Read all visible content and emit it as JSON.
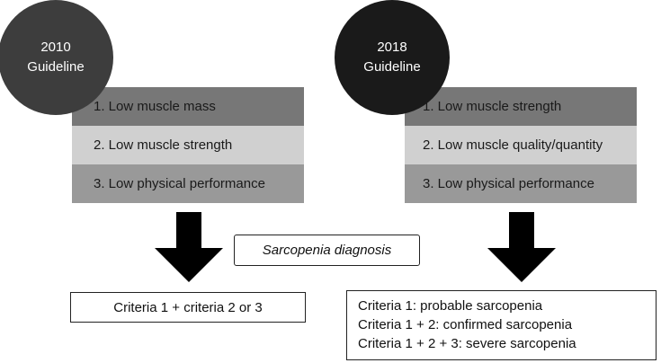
{
  "left": {
    "circle_line1": "2010",
    "circle_line2": "Guideline",
    "items": [
      "1. Low muscle mass",
      "2. Low muscle strength",
      "3. Low physical performance"
    ],
    "result": "Criteria 1 + criteria 2 or 3"
  },
  "right": {
    "circle_line1": "2018",
    "circle_line2": "Guideline",
    "items": [
      "1. Low muscle strength",
      "2. Low muscle quality/quantity",
      "3. Low physical performance"
    ],
    "result_lines": [
      "Criteria 1: probable sarcopenia",
      "Criteria 1 + 2: confirmed sarcopenia",
      "Criteria 1 + 2 + 3: severe sarcopenia"
    ]
  },
  "center_label": "Sarcopenia diagnosis",
  "colors": {
    "left_circle": "#3d3d3d",
    "right_circle": "#1a1a1a",
    "row_dark": "#777777",
    "row_light": "#d0d0d0",
    "row_mid": "#999999",
    "arrow": "#000000"
  }
}
